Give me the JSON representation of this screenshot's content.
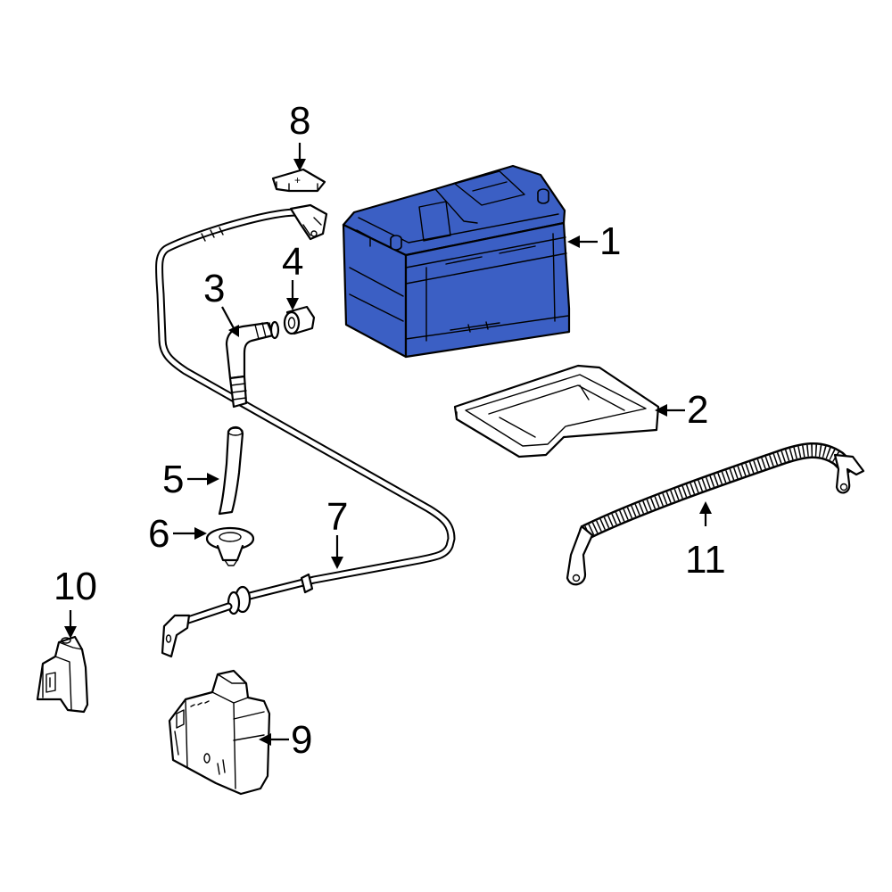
{
  "colors": {
    "highlight": "#3b5fc4",
    "line": "#000000",
    "background": "#ffffff"
  },
  "callouts": {
    "c1": "1",
    "c2": "2",
    "c3": "3",
    "c4": "4",
    "c5": "5",
    "c6": "6",
    "c7": "7",
    "c8": "8",
    "c9": "9",
    "c10": "10",
    "c11": "11"
  },
  "battery_cover_mark": "+"
}
